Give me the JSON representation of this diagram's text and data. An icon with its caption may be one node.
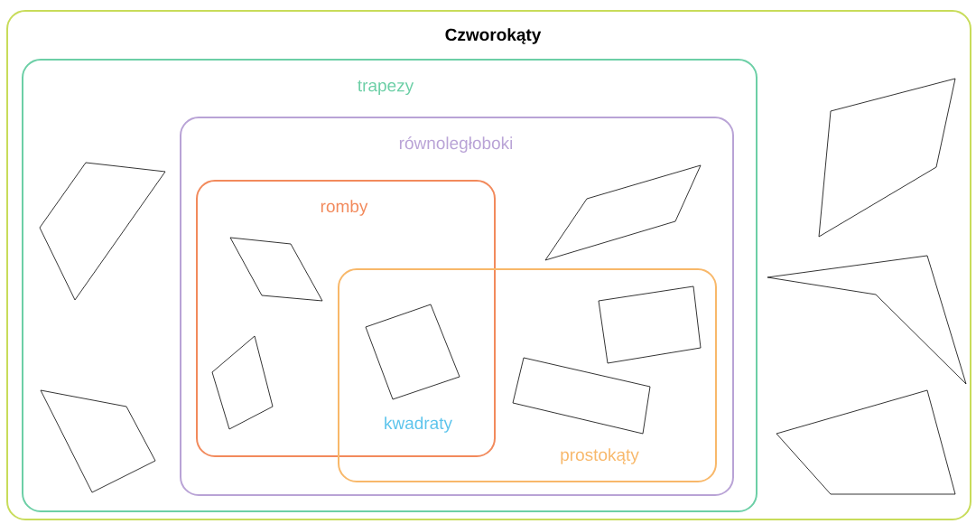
{
  "diagram": {
    "title": "Czworokąty",
    "nodes": [
      {
        "text": [
          "trapezy"
        ]
      },
      {
        "text": [
          "równoległoboki"
        ],
        "in": 0
      },
      {
        "text": [
          "romby"
        ],
        "in": 1
      },
      {
        "text": [
          "prostokąty"
        ],
        "in": 1
      }
    ],
    "labels": [
      "kwadraty"
    ]
  }
}
